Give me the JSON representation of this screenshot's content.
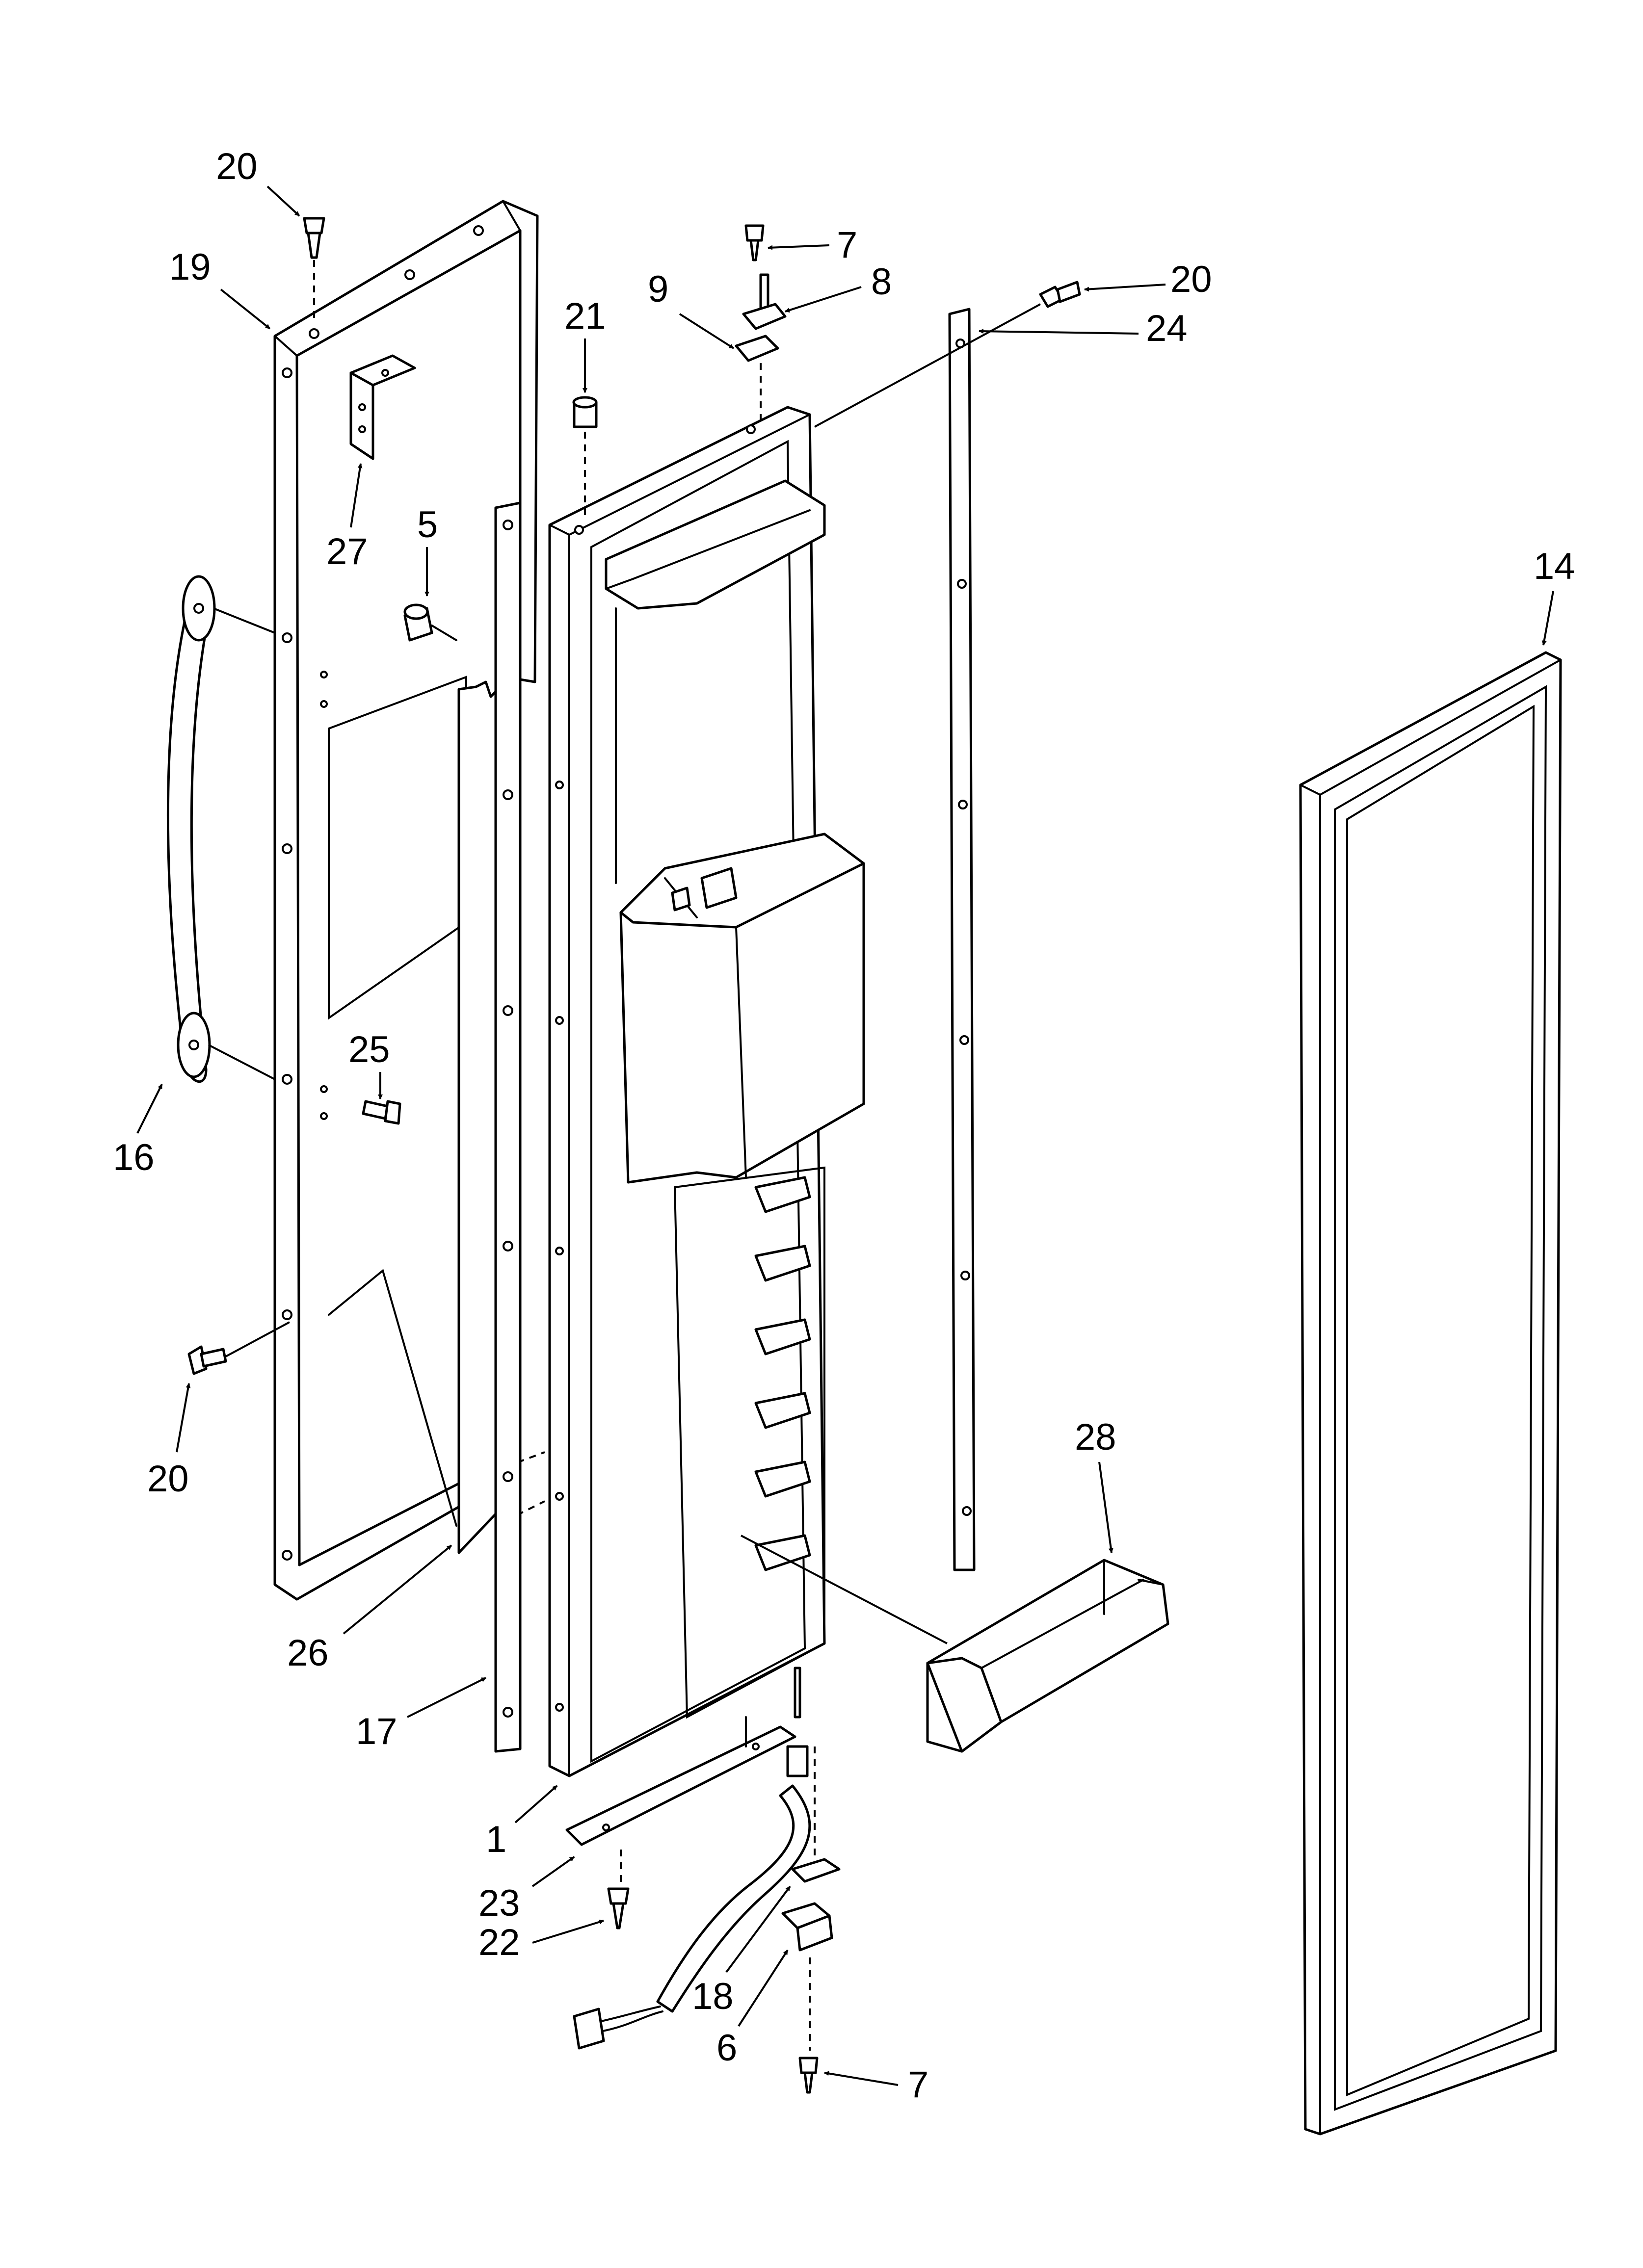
{
  "diagram": {
    "callouts": [
      {
        "id": "c20a",
        "text": "20"
      },
      {
        "id": "c19",
        "text": "19"
      },
      {
        "id": "c27",
        "text": "27"
      },
      {
        "id": "c5",
        "text": "5"
      },
      {
        "id": "c16",
        "text": "16"
      },
      {
        "id": "c25",
        "text": "25"
      },
      {
        "id": "c20b",
        "text": "20"
      },
      {
        "id": "c26",
        "text": "26"
      },
      {
        "id": "c17",
        "text": "17"
      },
      {
        "id": "c1",
        "text": "1"
      },
      {
        "id": "c23",
        "text": "23"
      },
      {
        "id": "c22",
        "text": "22"
      },
      {
        "id": "c21",
        "text": "21"
      },
      {
        "id": "c9",
        "text": "9"
      },
      {
        "id": "c7a",
        "text": "7"
      },
      {
        "id": "c8",
        "text": "8"
      },
      {
        "id": "c20c",
        "text": "20"
      },
      {
        "id": "c24",
        "text": "24"
      },
      {
        "id": "c14",
        "text": "14"
      },
      {
        "id": "c28",
        "text": "28"
      },
      {
        "id": "c18",
        "text": "18"
      },
      {
        "id": "c6",
        "text": "6"
      },
      {
        "id": "c7b",
        "text": "7"
      }
    ]
  }
}
